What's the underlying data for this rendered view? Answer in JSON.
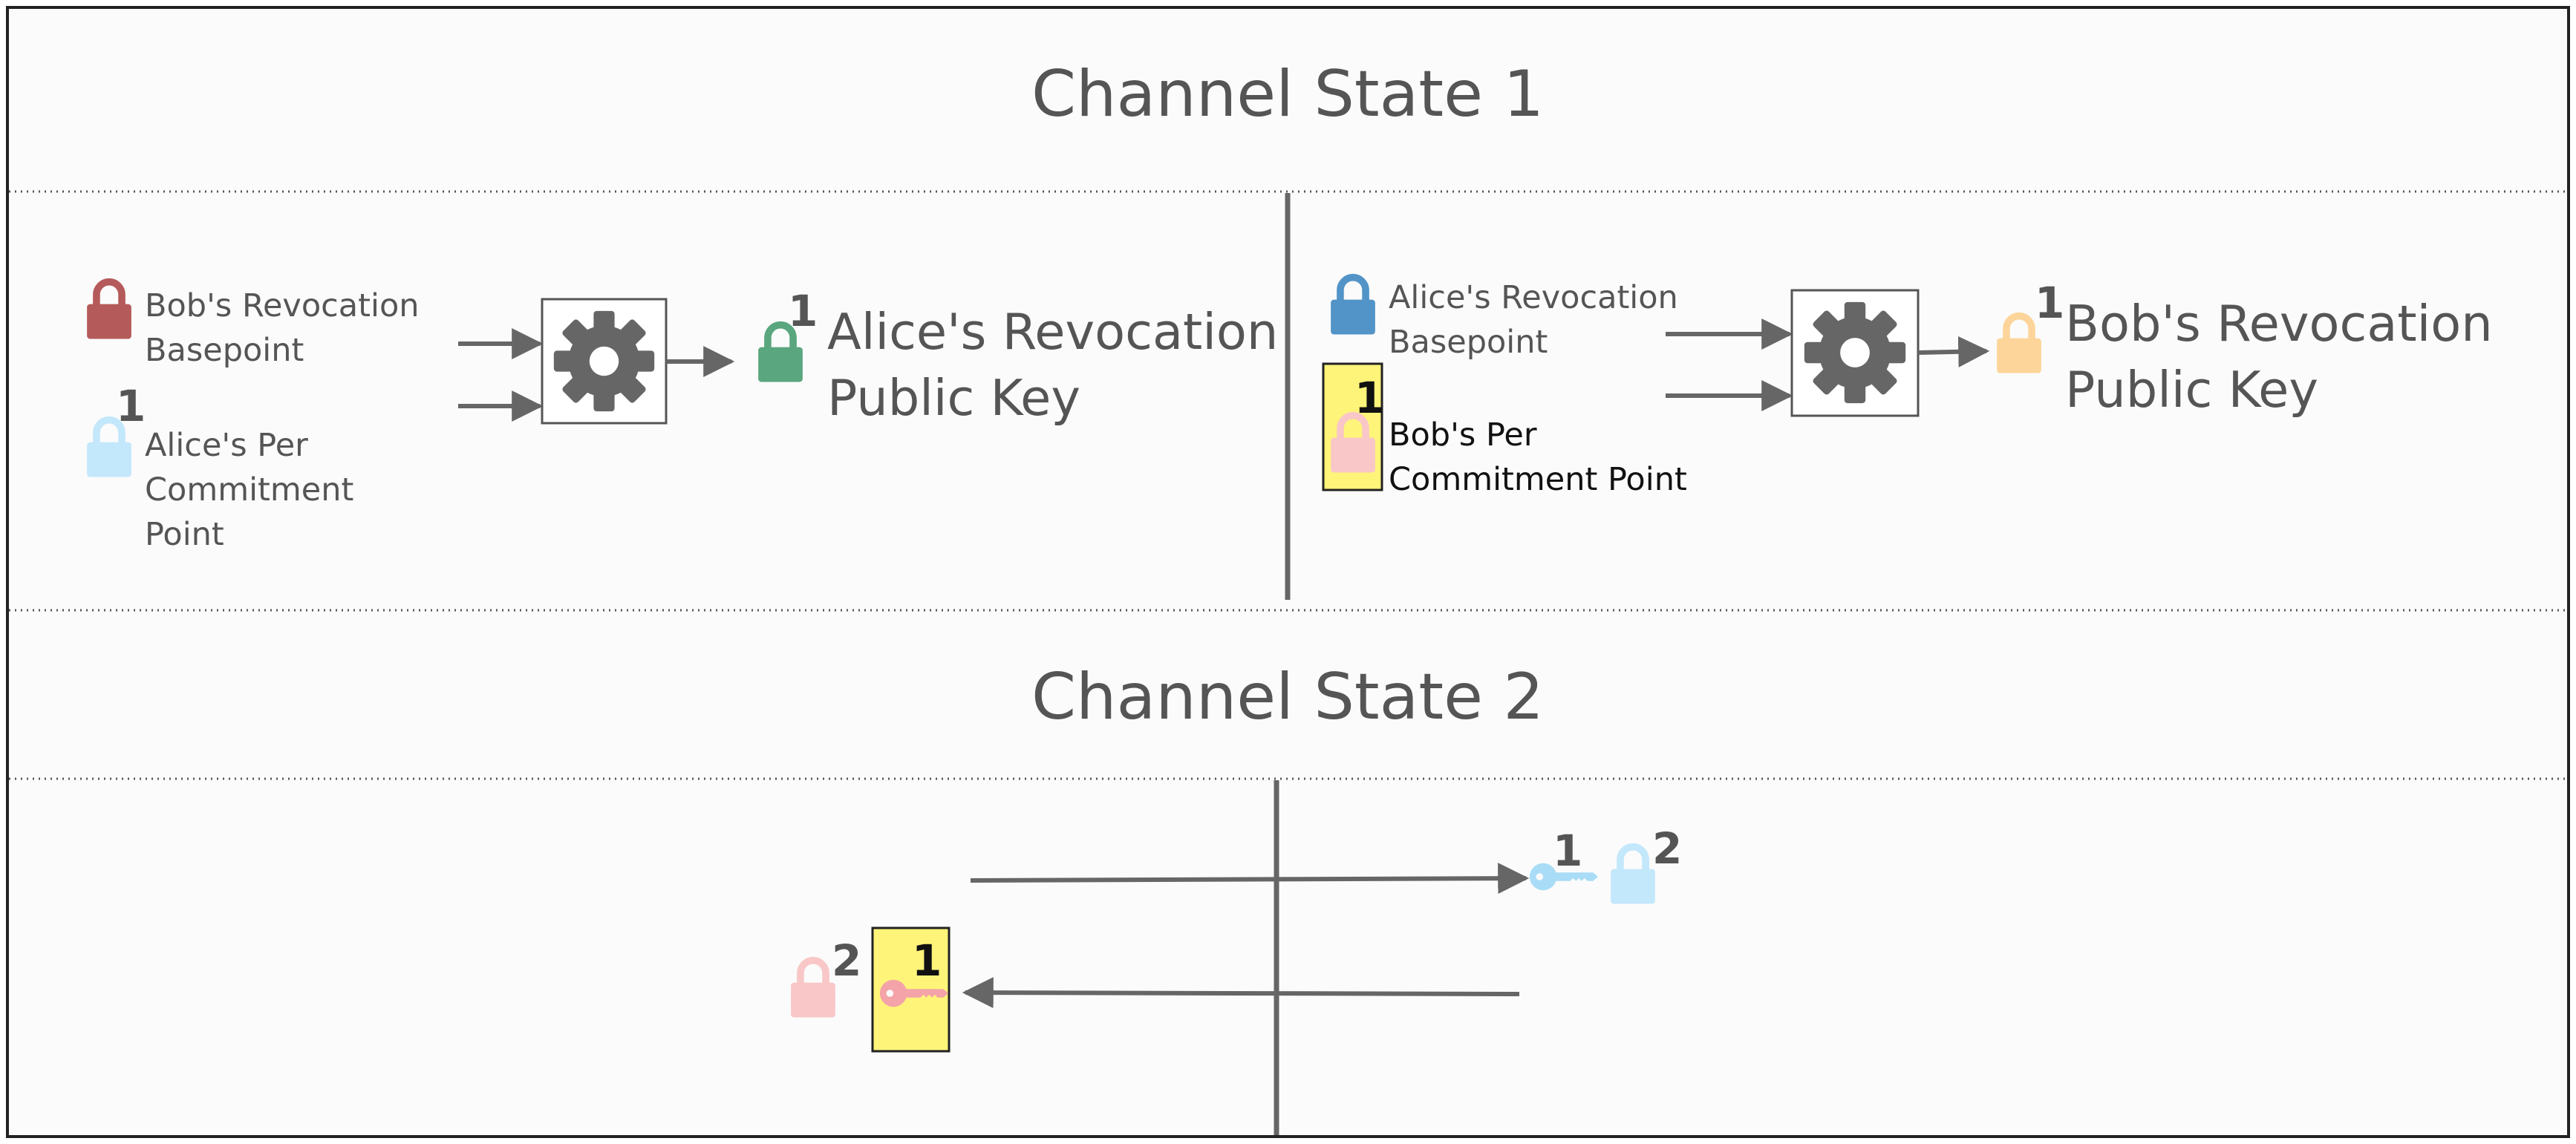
{
  "colors": {
    "background": "#fbfbfb",
    "border": "#222222",
    "divider": "#666666",
    "arrow": "#666666",
    "gear": "#666666",
    "text": "#555555",
    "highlight": "#fff47a",
    "bob_basepoint_lock": "#b55a5a",
    "alice_revocation_lock": "#5aa67e",
    "alice_per_commitment_lock": "#c3e7fb",
    "alice_basepoint_lock": "#5294c7",
    "bob_per_commitment_lock": "#f9c7c7",
    "bob_revocation_lock": "#fdd59a"
  },
  "states": {
    "state1": {
      "title": "Channel State 1",
      "left": {
        "bob_basepoint": {
          "line1": "Bob's Revocation",
          "line2": "Basepoint",
          "icon": "lock-icon"
        },
        "alice_per_commitment": {
          "number": "1",
          "line1": "Alice's Per",
          "line2": "Commitment",
          "line3": "Point",
          "icon": "lock-icon"
        },
        "derivation_icon": "gear-icon",
        "result": {
          "number": "1",
          "line1": "Alice's Revocation",
          "line2": "Public Key",
          "icon": "lock-icon"
        }
      },
      "right": {
        "alice_basepoint": {
          "line1": "Alice's Revocation",
          "line2": "Basepoint",
          "icon": "lock-icon"
        },
        "bob_per_commitment": {
          "number": "1",
          "line1": "Bob's Per",
          "line2": "Commitment Point",
          "icon": "lock-icon"
        },
        "derivation_icon": "gear-icon",
        "result": {
          "number": "1",
          "line1": "Bob's Revocation",
          "line2": "Public Key",
          "icon": "lock-icon"
        }
      }
    },
    "state2": {
      "title": "Channel State 2",
      "to_bob": {
        "key_number": "1",
        "lock_number": "2",
        "key_icon": "key-icon",
        "lock_icon": "lock-icon"
      },
      "to_alice": {
        "lock_number": "2",
        "key_number": "1",
        "key_icon": "key-icon",
        "lock_icon": "lock-icon"
      }
    }
  }
}
